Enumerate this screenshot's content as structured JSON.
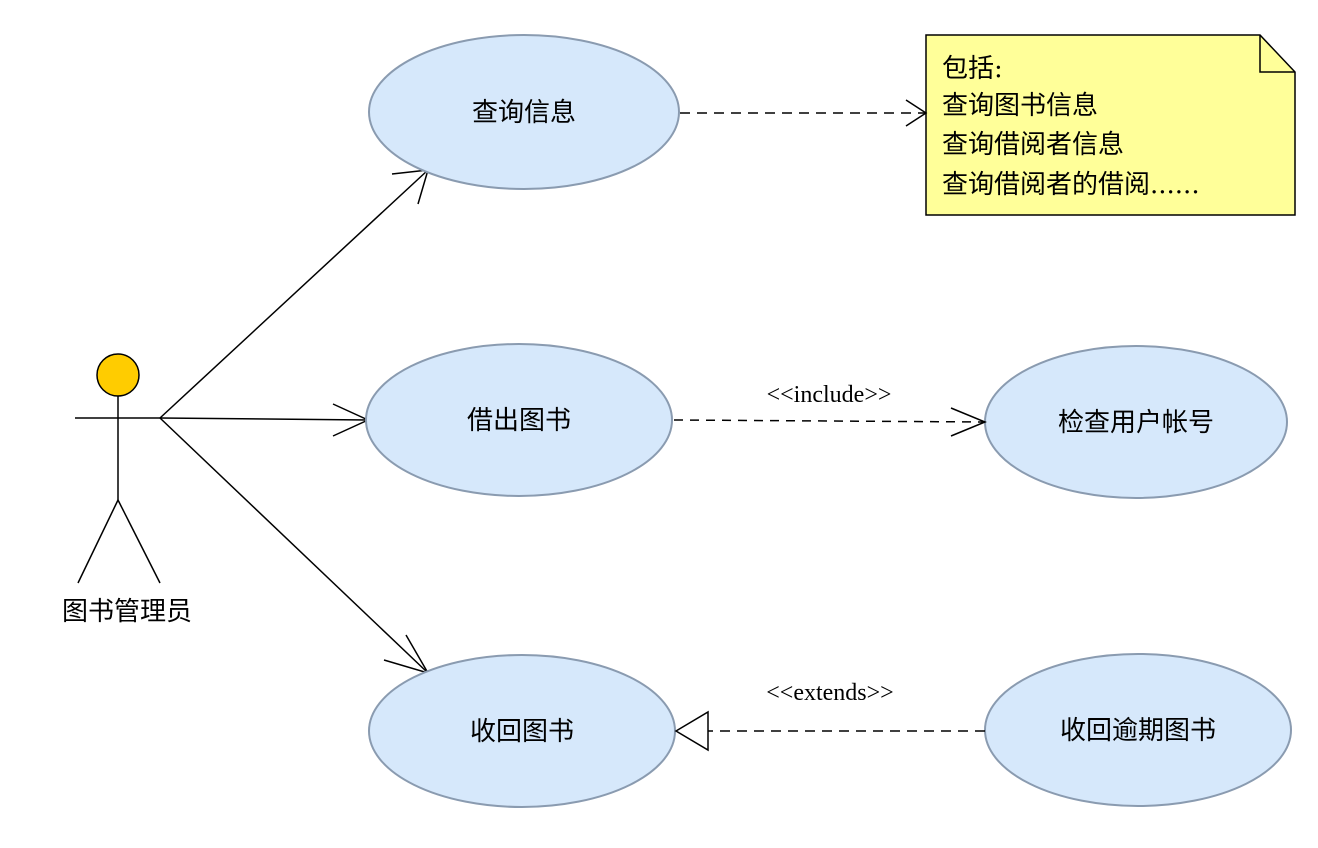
{
  "actor": {
    "label": "图书管理员",
    "head_color": "#ffcc00"
  },
  "use_cases": {
    "query": "查询信息",
    "borrow": "借出图书",
    "check_account": "检查用户帐号",
    "return": "收回图书",
    "return_overdue": "收回逾期图书"
  },
  "note": {
    "lines": [
      "包括:",
      "查询图书信息",
      "查询借阅者信息",
      "查询借阅者的借阅......"
    ],
    "fill": "#ffff99"
  },
  "relations": {
    "include_label": "<<include>>",
    "extends_label": "<<extends>>"
  },
  "colors": {
    "usecase_fill": "#d6e8fb",
    "usecase_stroke": "#8a9bb0",
    "line": "#000000"
  }
}
